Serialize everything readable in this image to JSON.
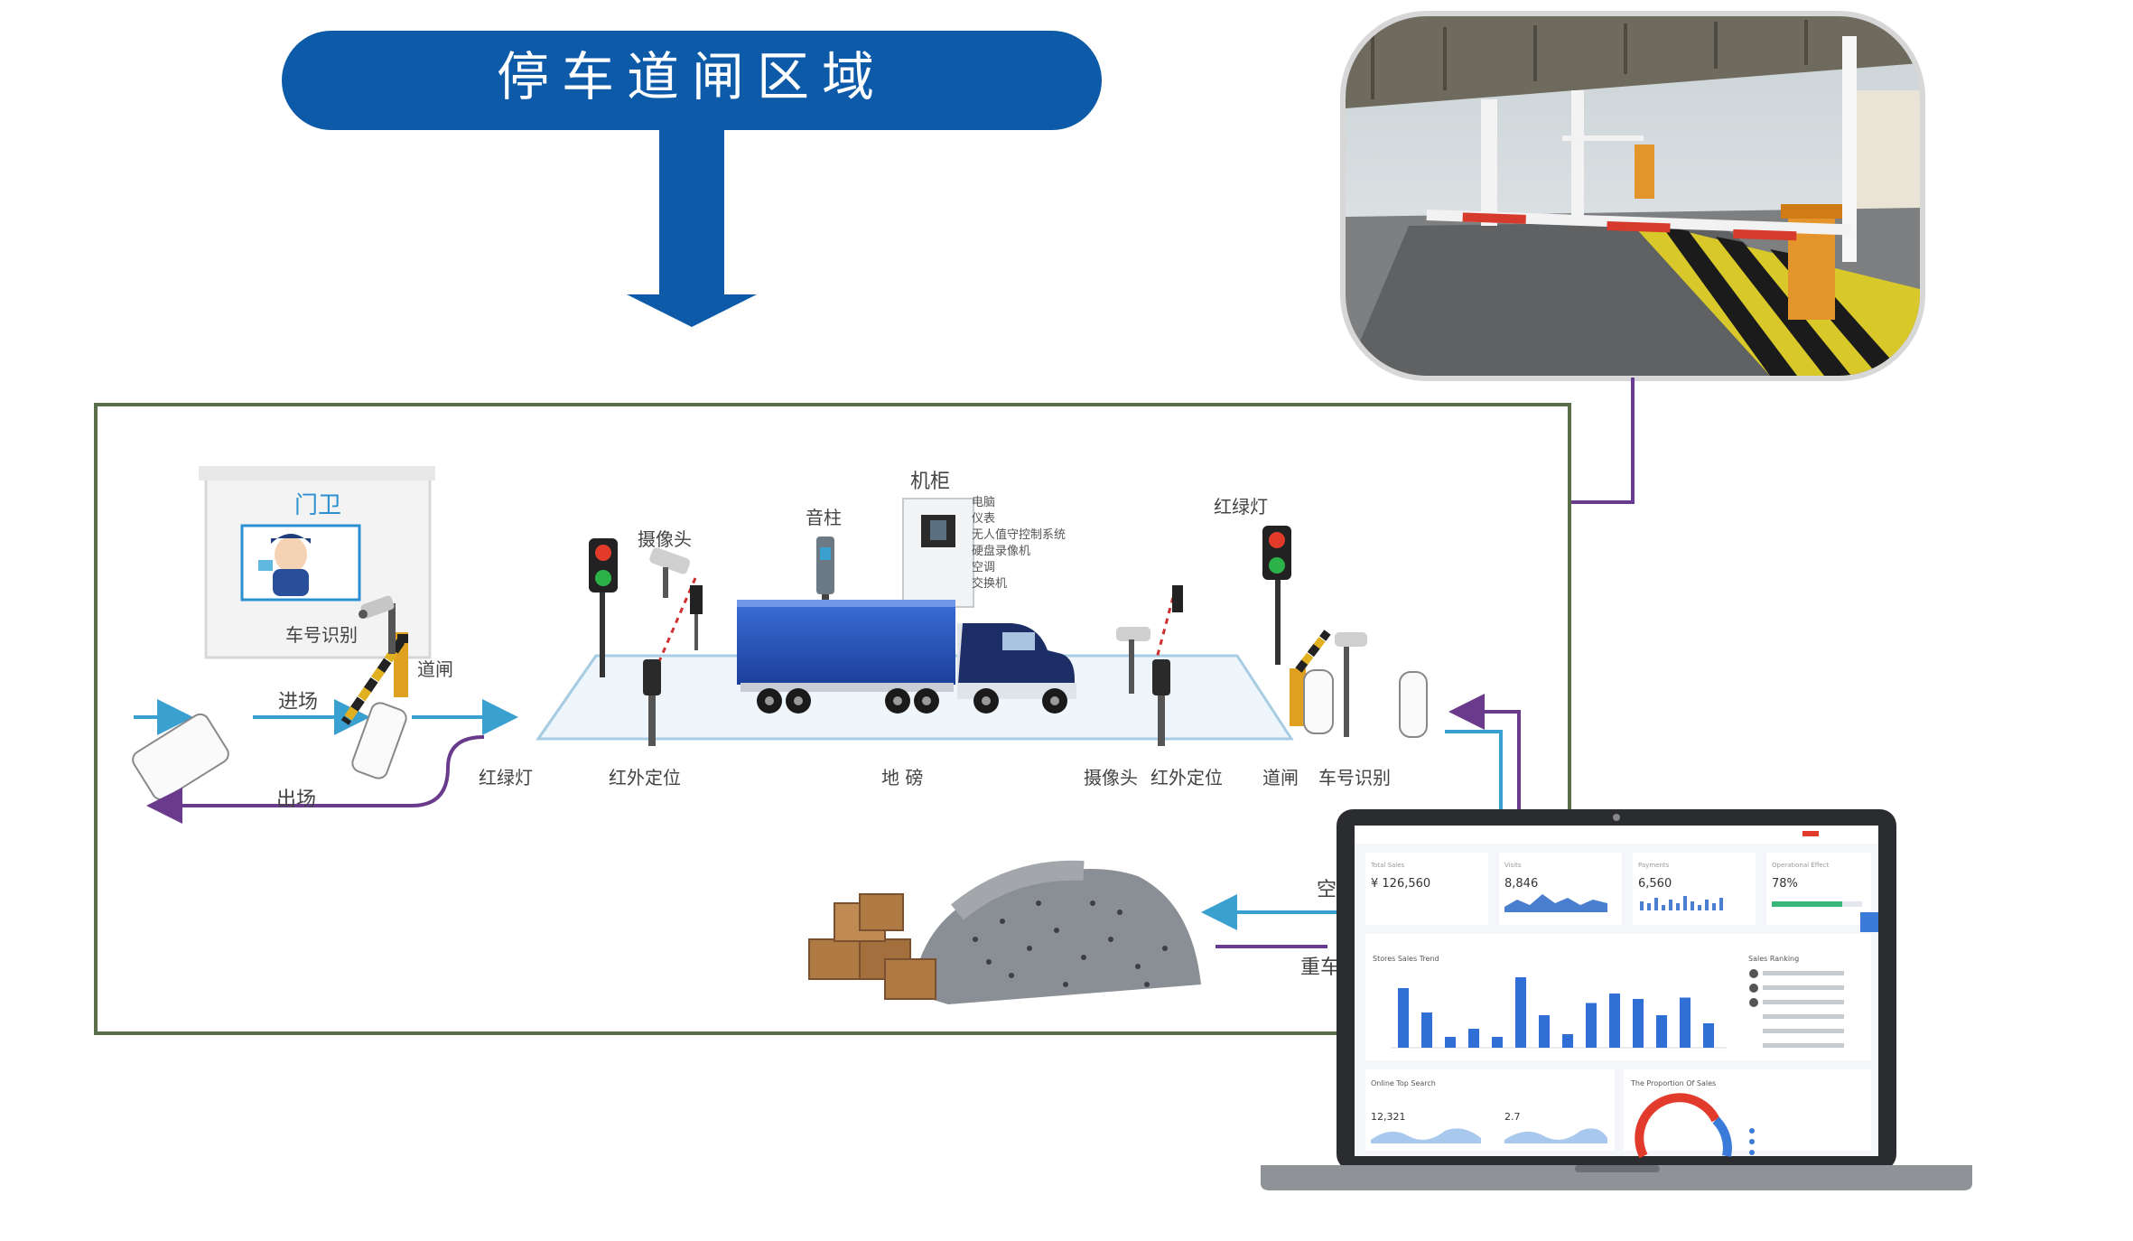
{
  "banner": {
    "title": "停车道闸区域"
  },
  "diagram": {
    "guard_booth": "门卫",
    "labels": {
      "plate_recognition_left": "车号识别",
      "gate_left": "道闸",
      "enter": "进场",
      "exit": "出场",
      "camera_top": "摄像头",
      "pole": "音柱",
      "cabinet": "机柜",
      "cabinet_items": [
        "电脑",
        "仪表",
        "无人值守控制系统",
        "硬盘录像机",
        "空调",
        "交换机"
      ],
      "traffic_light_top": "红绿灯",
      "traffic_light_bottom": "红绿灯",
      "infrared_left": "红外定位",
      "scale": "地 磅",
      "camera_bottom": "摄像头",
      "infrared_right": "红外定位",
      "gate_right": "道闸",
      "plate_recognition_right": "车号识别",
      "bottom_right_1": "空",
      "bottom_right_2": "重车"
    }
  },
  "laptop": {
    "kpis": [
      {
        "label": "Total Sales",
        "value": "¥ 126,560"
      },
      {
        "label": "Visits",
        "value": "8,846"
      },
      {
        "label": "Payments",
        "value": "6,560"
      },
      {
        "label": "Operational Effect",
        "value": "78%"
      }
    ],
    "chart_title": "Stores Sales Trend",
    "ranking_title": "Sales Ranking",
    "bottom_left_title": "Online Top Search",
    "bottom_left_values": [
      "12,321",
      "2.7"
    ],
    "bottom_right_title": "The Proportion Of Sales",
    "bar_values": [
      44,
      26,
      8,
      14,
      8,
      52,
      24,
      10,
      33,
      40,
      36,
      24,
      37,
      18
    ]
  }
}
